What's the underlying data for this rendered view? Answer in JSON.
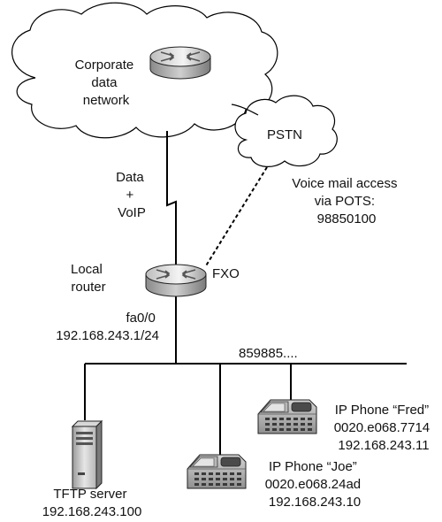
{
  "corporate_network": {
    "label_lines": [
      "Corporate",
      "data",
      "network"
    ]
  },
  "pstn": {
    "label": "PSTN"
  },
  "wan_link": {
    "label_lines": [
      "Data",
      "+",
      "VoIP"
    ]
  },
  "voice_mail": {
    "label_lines": [
      "Voice mail access",
      "via POTS:",
      "98850100"
    ]
  },
  "local_router": {
    "label_lines": [
      "Local",
      "router"
    ],
    "fxo_label": "FXO",
    "interface_lines": [
      "fa0/0",
      "192.168.243.1/24"
    ]
  },
  "lan": {
    "dial_label": "859885...."
  },
  "tftp_server": {
    "label_lines": [
      "TFTP server",
      "192.168.243.100"
    ]
  },
  "phone_joe": {
    "label_lines": [
      "IP Phone “Joe”",
      "0020.e068.24ad",
      "192.168.243.10"
    ]
  },
  "phone_fred": {
    "label_lines": [
      "IP Phone “Fred”",
      "0020.e068.7714",
      "192.168.243.11"
    ]
  },
  "colors": {
    "device_light": "#eeeeee",
    "device_dark": "#9a9a9a",
    "line": "#000000"
  }
}
